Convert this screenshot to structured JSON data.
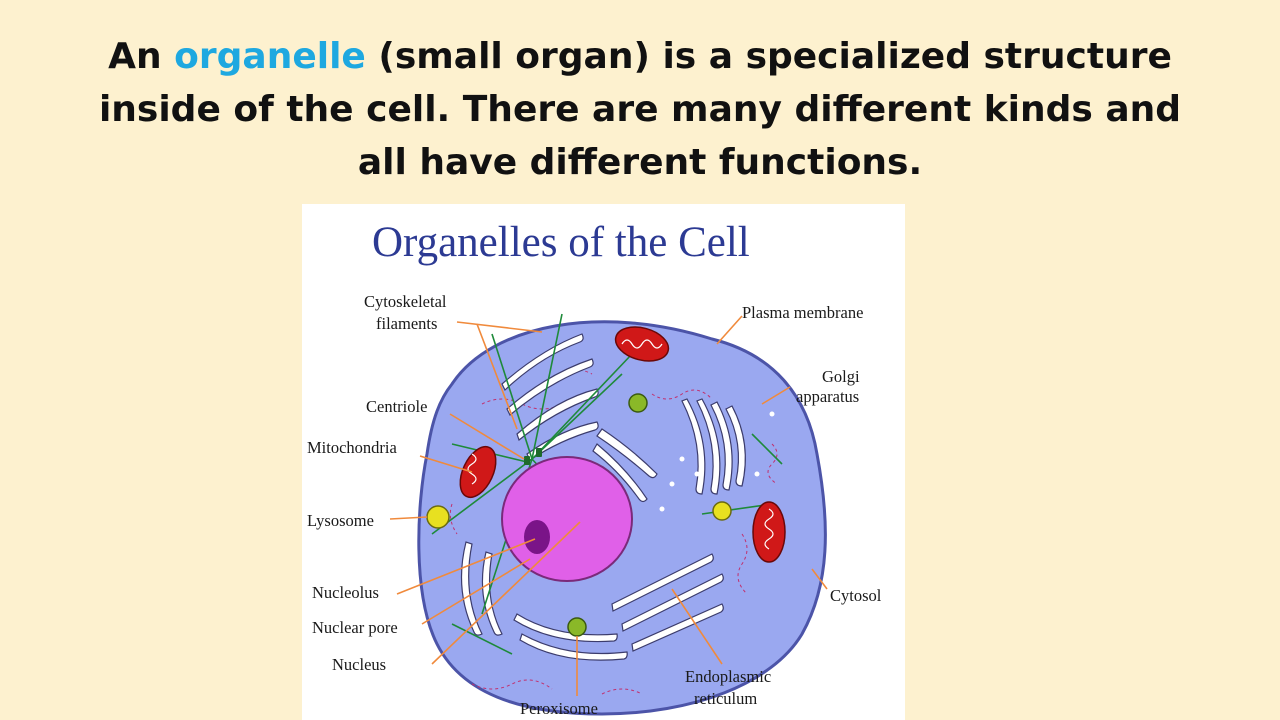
{
  "heading": {
    "line1_pre": "An ",
    "line1_term": "organelle",
    "line1_post": " (small organ)  is a specialized structure",
    "line2": "inside of the cell.  There are many different kinds and",
    "line3": "all have different functions."
  },
  "colors": {
    "background": "#fdf1cf",
    "highlight": "#1ea8e0",
    "cytosol": "#9aa8f0",
    "nucleus": "#e060e8",
    "nucleolus": "#7a1488",
    "mitochondria": "#d01818",
    "lysosome": "#e8e020",
    "peroxisome": "#8ab828",
    "leader_lines": "#f08a3c"
  },
  "figure": {
    "title": "Organelles of the Cell",
    "labels": {
      "cytoskeletal_1": "Cytoskeletal",
      "cytoskeletal_2": "filaments",
      "centriole": "Centriole",
      "mitochondria": "Mitochondria",
      "lysosome": "Lysosome",
      "nucleolus": "Nucleolus",
      "nuclear_pore": "Nuclear pore",
      "nucleus": "Nucleus",
      "peroxisome": "Peroxisome",
      "plasma_membrane": "Plasma membrane",
      "golgi_1": "Golgi",
      "golgi_2": "apparatus",
      "cytosol": "Cytosol",
      "er_1": "Endoplasmic",
      "er_2": "reticulum"
    }
  }
}
